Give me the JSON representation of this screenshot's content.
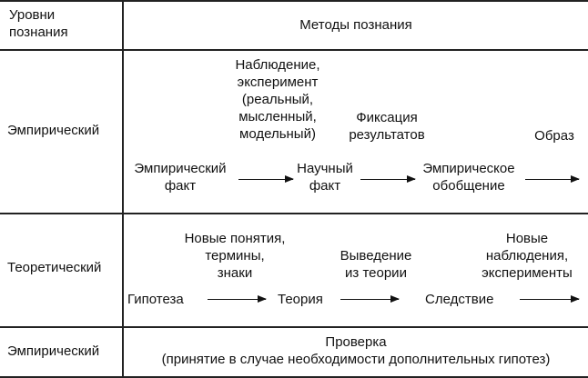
{
  "header": {
    "levels": "Уровни\nпознания",
    "methods": "Методы познания"
  },
  "rows": {
    "empirical": {
      "level": "Эмпирический",
      "observation": "Наблюдение,\nэксперимент\n(реальный,\nмысленный,\nмодельный)",
      "fixation": "Фиксация\nрезультатов",
      "image": "Образ",
      "empirical_fact": "Эмпирический\nфакт",
      "scientific_fact": "Научный\nфакт",
      "generalization": "Эмпирическое\nобобщение"
    },
    "theoretical": {
      "level": "Теоретический",
      "new_concepts": "Новые понятия,\nтермины,\nзнаки",
      "derivation": "Выведение\nиз теории",
      "new_observations": "Новые\nнаблюдения,\nэксперименты",
      "hypothesis": "Гипотеза",
      "theory": "Теория",
      "consequence": "Следствие"
    },
    "verification": {
      "level": "Эмпирический",
      "check": "Проверка\n(принятие в случае необходимости дополнительных гипотез)"
    }
  }
}
